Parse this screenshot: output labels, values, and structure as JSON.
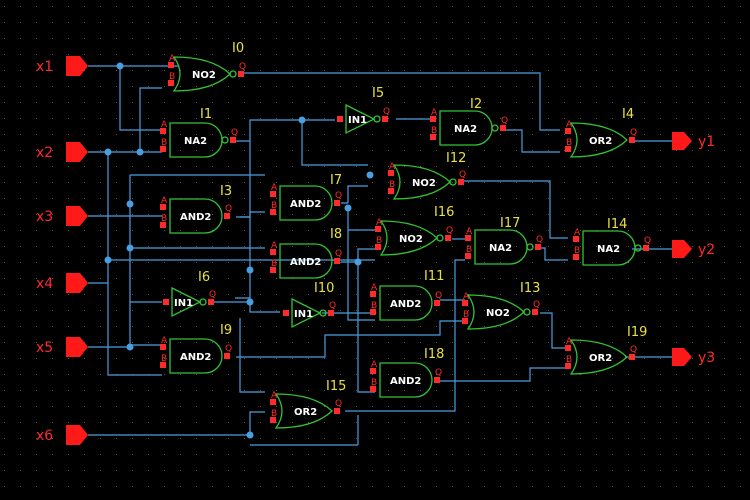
{
  "inputs": [
    "x1",
    "x2",
    "x3",
    "x4",
    "x5",
    "x6"
  ],
  "outputs": [
    "y1",
    "y2",
    "y3"
  ],
  "gates": {
    "I0": {
      "inst": "I0",
      "type": "NO2"
    },
    "I1": {
      "inst": "I1",
      "type": "NA2"
    },
    "I2": {
      "inst": "I2",
      "type": "NA2"
    },
    "I3": {
      "inst": "I3",
      "type": "AND2"
    },
    "I4": {
      "inst": "I4",
      "type": "OR2"
    },
    "I5": {
      "inst": "I5",
      "type": "IN1"
    },
    "I6": {
      "inst": "I6",
      "type": "IN1"
    },
    "I7": {
      "inst": "I7",
      "type": "AND2"
    },
    "I8": {
      "inst": "I8",
      "type": "AND2"
    },
    "I9": {
      "inst": "I9",
      "type": "AND2"
    },
    "I10": {
      "inst": "I10",
      "type": "IN1"
    },
    "I11": {
      "inst": "I11",
      "type": "AND2"
    },
    "I12": {
      "inst": "I12",
      "type": "NO2"
    },
    "I13": {
      "inst": "I13",
      "type": "NO2"
    },
    "I14": {
      "inst": "I14",
      "type": "NA2"
    },
    "I15": {
      "inst": "I15",
      "type": "OR2"
    },
    "I16": {
      "inst": "I16",
      "type": "NO2"
    },
    "I17": {
      "inst": "I17",
      "type": "NA2"
    },
    "I18": {
      "inst": "I18",
      "type": "AND2"
    },
    "I19": {
      "inst": "I19",
      "type": "OR2"
    }
  },
  "pins": {
    "a": "A",
    "b": "B",
    "q": "Q"
  }
}
